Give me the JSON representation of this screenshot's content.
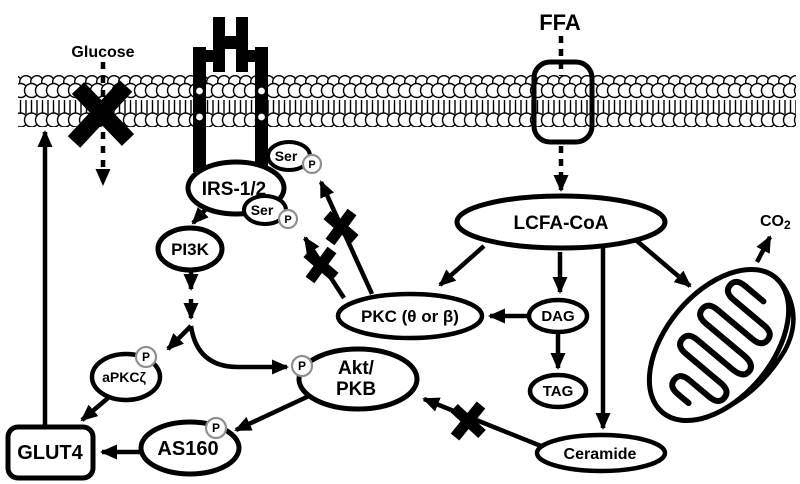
{
  "figure": {
    "kind": "insulin-ffa-signaling-pathway-diagram"
  },
  "colors": {
    "ink": "#000000",
    "background": "#ffffff",
    "phospho_letter": "#8b1a1a",
    "phospho_ring": "#8f8f8f"
  },
  "nodes": {
    "glucose": {
      "label": "Glucose"
    },
    "ffa": {
      "label": "FFA"
    },
    "irs": {
      "label": "IRS-1/2"
    },
    "ser": {
      "label": "Ser"
    },
    "p": {
      "label": "P"
    },
    "pi3k": {
      "label": "PI3K"
    },
    "lcfa": {
      "label": "LCFA-CoA"
    },
    "co2": {
      "main": "CO",
      "sub": "2"
    },
    "pkc": {
      "label": "PKC (θ or β)"
    },
    "dag": {
      "label": "DAG"
    },
    "tag": {
      "label": "TAG"
    },
    "akt": {
      "line1": "Akt/",
      "line2": "PKB"
    },
    "apkc": {
      "label": "aPKCζ"
    },
    "as160": {
      "label": "AS160"
    },
    "glut4": {
      "label": "GLUT4"
    },
    "ceramide": {
      "label": "Ceramide"
    }
  }
}
